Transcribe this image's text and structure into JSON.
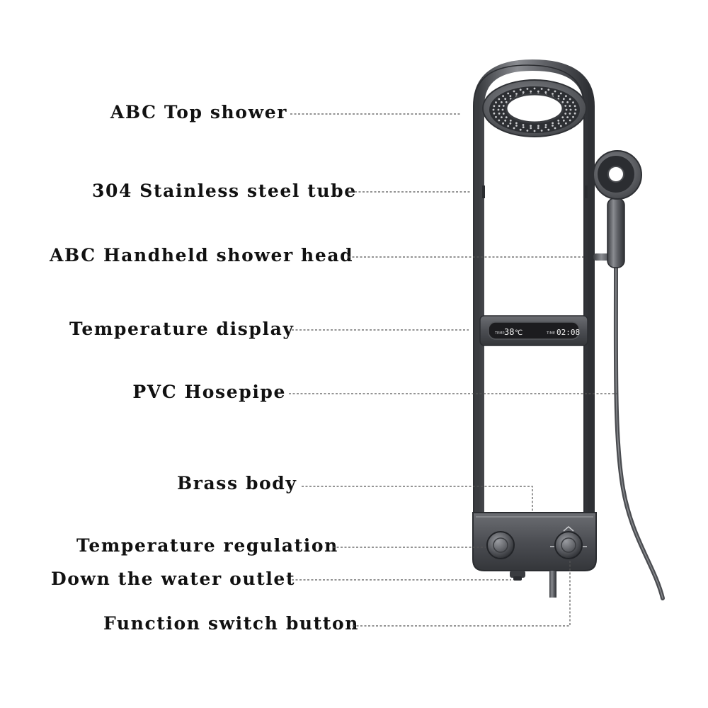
{
  "labels": [
    {
      "id": "top-shower",
      "text": "ABC Top shower"
    },
    {
      "id": "steel-tube",
      "text": "304 Stainless steel tube"
    },
    {
      "id": "handheld",
      "text": "ABC Handheld shower head"
    },
    {
      "id": "temp-display",
      "text": "Temperature display"
    },
    {
      "id": "hosepipe",
      "text": "PVC Hosepipe"
    },
    {
      "id": "brass-body",
      "text": "Brass body"
    },
    {
      "id": "temp-regulation",
      "text": "Temperature regulation"
    },
    {
      "id": "water-outlet",
      "text": "Down the water outlet"
    },
    {
      "id": "function-switch",
      "text": "Function switch button"
    }
  ],
  "display": {
    "temp_value": "38",
    "temp_unit": "℃",
    "temp_caption": "TEMP",
    "time_caption": "TIME",
    "time_value": "02:08"
  },
  "colors": {
    "metal": "#5b5d62",
    "metal_dark": "#35373b",
    "leader": "#555555",
    "screen": "#1c1c1f"
  }
}
